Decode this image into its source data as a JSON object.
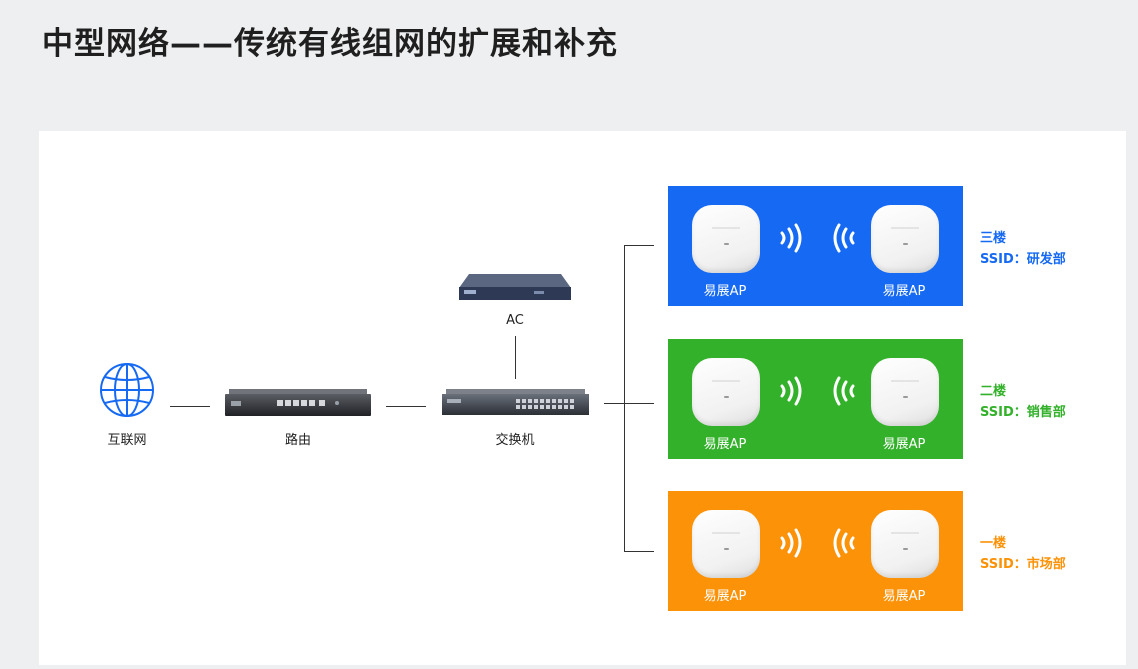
{
  "title": "中型网络——传统有线组网的扩展和补充",
  "nodes": {
    "internet": "互联网",
    "router": "路由",
    "switch": "交换机",
    "ac": "AC"
  },
  "floors": [
    {
      "name": "三楼",
      "ssid": "SSID：研发部",
      "color": "#1569f2",
      "ap_labels": [
        "易展AP",
        "易展AP"
      ]
    },
    {
      "name": "二楼",
      "ssid": "SSID：销售部",
      "color": "#33b12a",
      "ap_labels": [
        "易展AP",
        "易展AP"
      ]
    },
    {
      "name": "一楼",
      "ssid": "SSID：市场部",
      "color": "#fb9208",
      "ap_labels": [
        "易展AP",
        "易展AP"
      ]
    }
  ],
  "icons": [
    "globe-icon",
    "router-icon",
    "switch-icon",
    "ac-controller-icon",
    "access-point-icon",
    "wifi-signal-icon"
  ]
}
